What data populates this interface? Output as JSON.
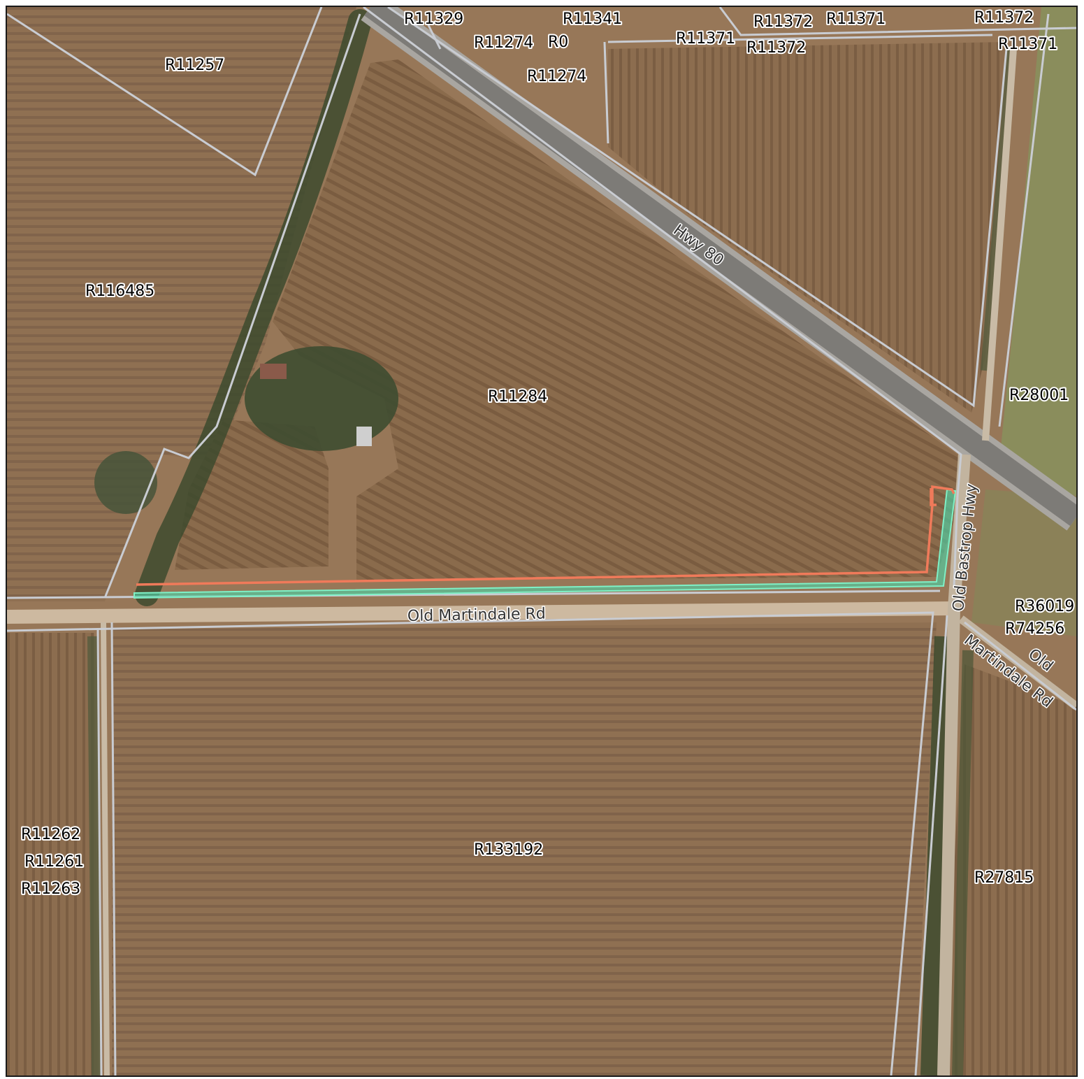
{
  "parcels": [
    {
      "id": "R11329"
    },
    {
      "id": "R11341"
    },
    {
      "id": "R11372"
    },
    {
      "id": "R11371"
    },
    {
      "id": "R11372"
    },
    {
      "id": "R11274"
    },
    {
      "id": "R0"
    },
    {
      "id": "R11371"
    },
    {
      "id": "R11372"
    },
    {
      "id": "R11371"
    },
    {
      "id": "R11274"
    },
    {
      "id": "R11257"
    },
    {
      "id": "R116485"
    },
    {
      "id": "R11284"
    },
    {
      "id": "R28001"
    },
    {
      "id": "R36019"
    },
    {
      "id": "R74256"
    },
    {
      "id": "R11262"
    },
    {
      "id": "R11261"
    },
    {
      "id": "R11263"
    },
    {
      "id": "R133192"
    },
    {
      "id": "R27815"
    }
  ],
  "roads": [
    {
      "name": "Hwy 80"
    },
    {
      "name": "Old Martindale Rd"
    },
    {
      "name": "Old Bastrop Hwy"
    },
    {
      "name": "Old"
    },
    {
      "name": "Martindale Rd"
    }
  ],
  "layers": {
    "easement_outline_color": "#f07a5a",
    "easement_fill_color": "#4fcfa5",
    "parcel_boundary_color": "#c9ccd2",
    "basemap": "aerial imagery"
  }
}
